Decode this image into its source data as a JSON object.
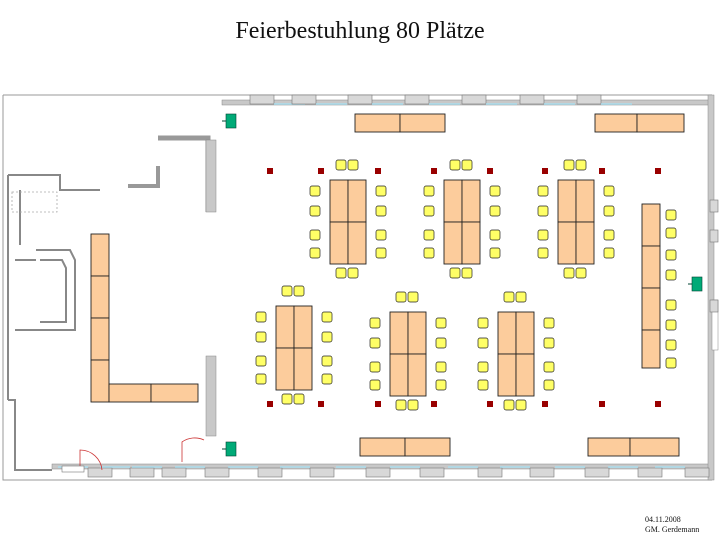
{
  "title": "Feierbestuhlung 80 Plätze",
  "footer": {
    "date": "04.11.2008",
    "author": "GM. Gerdemann"
  },
  "colors": {
    "table_fill": "#fccc9c",
    "chair_fill": "#ffff66",
    "wall": "#c8c8c8",
    "window": "#aaddee",
    "column_marker": "#990000",
    "exit_sign": "#00aa77"
  },
  "layout": {
    "seats_total": 80,
    "table_groups": 6,
    "chairs_per_group": 12,
    "side_tables_seats": 8
  }
}
